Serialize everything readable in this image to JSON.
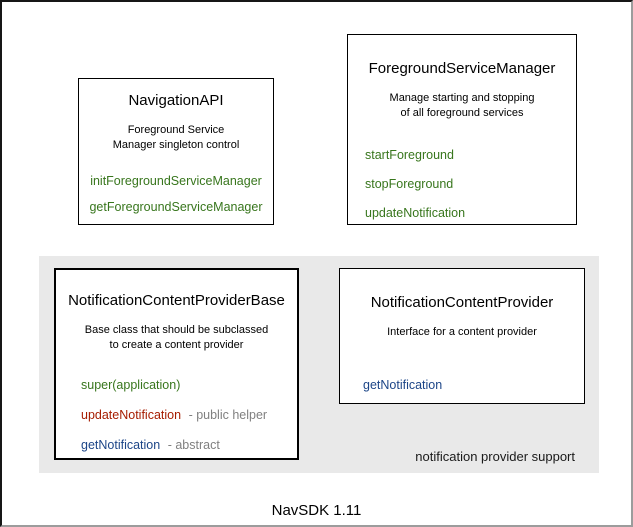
{
  "diagram": {
    "caption": "NavSDK 1.11",
    "panel_label": "notification provider support",
    "boxes": {
      "navigation_api": {
        "title": "NavigationAPI",
        "description": [
          "Foreground Service",
          "Manager singleton control"
        ],
        "methods": [
          {
            "label": "initForegroundServiceManager",
            "color": "green"
          },
          {
            "label": "getForegroundServiceManager",
            "color": "green"
          }
        ]
      },
      "foreground_service_manager": {
        "title": "ForegroundServiceManager",
        "description": [
          "Manage starting and stopping",
          "of all foreground services"
        ],
        "methods": [
          {
            "label": "startForeground",
            "color": "green"
          },
          {
            "label": "stopForeground",
            "color": "green"
          },
          {
            "label": "updateNotification",
            "color": "green"
          }
        ]
      },
      "notification_content_provider_base": {
        "title": "NotificationContentProviderBase",
        "description": [
          "Base class that should be subclassed",
          "to create a content provider"
        ],
        "methods": [
          {
            "label": "super(application)",
            "color": "green",
            "suffix": ""
          },
          {
            "label": "updateNotification",
            "color": "red",
            "suffix": "- public helper"
          },
          {
            "label": "getNotification",
            "color": "blue",
            "suffix": "- abstract"
          }
        ]
      },
      "notification_content_provider": {
        "title": "NotificationContentProvider",
        "description": [
          "Interface for a content provider"
        ],
        "methods": [
          {
            "label": "getNotification",
            "color": "blue"
          }
        ]
      }
    },
    "colors": {
      "green": "#38761d",
      "red": "#a61c00",
      "blue": "#1c4587",
      "suffix_gray": "#808080",
      "panel_bg": "#e9e9e9"
    }
  }
}
